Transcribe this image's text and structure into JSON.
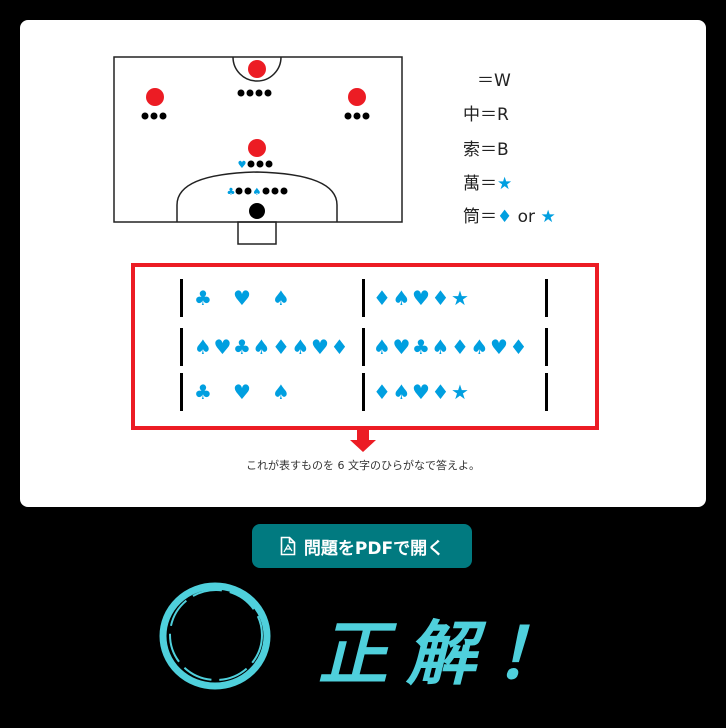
{
  "diagram": {
    "heart": "♥",
    "club": "♣",
    "spade": "♠"
  },
  "legend": [
    "＝W",
    "中＝R",
    "索＝B",
    "萬＝",
    "筒＝"
  ],
  "legend_symbols": {
    "star": "★",
    "diamond": "♦",
    "or": " or "
  },
  "puzzle": {
    "rows": [
      {
        "left": [
          "♣",
          "",
          "♥",
          "",
          "♠"
        ],
        "right": [
          "♦",
          "♠",
          "♥",
          "♦",
          "★"
        ]
      },
      {
        "left": [
          "♠",
          "♥",
          "♣",
          "♠",
          "♦",
          "♠",
          "♥",
          "♦"
        ],
        "right": [
          "♠",
          "♥",
          "♣",
          "♠",
          "♦",
          "♠",
          "♥",
          "♦"
        ]
      },
      {
        "left": [
          "♣",
          "",
          "♥",
          "",
          "♠"
        ],
        "right": [
          "♦",
          "♠",
          "♥",
          "♦",
          "★"
        ]
      }
    ],
    "caption": "これが表すものを 6 文字のひらがなで答えよ。"
  },
  "button": {
    "label": "問題をPDFで開く",
    "icon": "pdf-file-icon"
  },
  "result": {
    "text": "正解！"
  },
  "colors": {
    "accent": "#017a80",
    "cyan": "#4fd0dc",
    "red": "#ec1c24",
    "blue": "#009fe0"
  }
}
